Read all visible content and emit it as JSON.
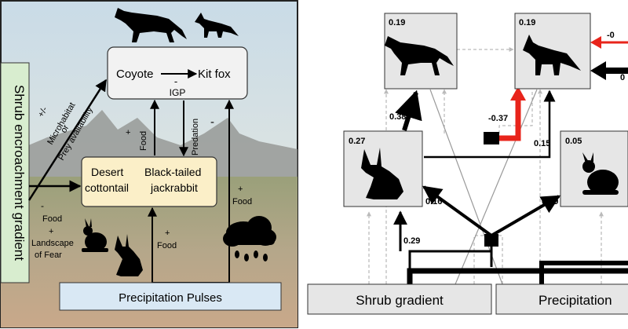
{
  "left": {
    "gradient_label": "Shrub encroachment gradient",
    "top_box": {
      "coyote": "Coyote",
      "minus": "-",
      "kitfox": "Kit fox"
    },
    "igp": "IGP",
    "prey_box": {
      "desert": "Desert",
      "cottontail": "cottontail",
      "blacktailed": "Black-tailed",
      "jackrabbit": "jackrabbit"
    },
    "micro": {
      "sign": "+/-",
      "line1": "Microhabitat",
      "line2": "or",
      "line3": "Prey availability"
    },
    "food_up": {
      "sign": "+",
      "word": "Food"
    },
    "predation": "Predation",
    "pred_minus": "-",
    "lower_left": {
      "sign1": "-",
      "food": "Food",
      "sign2": "+",
      "landscape": "Landscape",
      "fear": "of Fear"
    },
    "food_right": {
      "sign": "+",
      "word": "Food"
    },
    "food_bottom": {
      "sign": "+",
      "word": "Food"
    },
    "precip_label": "Precipitation  Pulses"
  },
  "right": {
    "coyote_value": "0.19",
    "kitfox_value": "0.19",
    "jackrabbit_value": "0.27",
    "cottontail_value": "0.05",
    "path_coyote_top": "-0",
    "path_kitfox_right": "0",
    "path_jack_to_coyote": "0.38",
    "path_igp": "-0.37",
    "path_jack_to_kitfox": "0.15",
    "path_node_to_jack": "0.16",
    "path_node_to_cotton": "0.19",
    "path_shrub_to_jack": "0.29",
    "shrub_label": "Shrub gradient",
    "precip_label": "Precipitation"
  },
  "colors": {
    "igp_arrow": "#e8241b",
    "box_fill": "#e6e6e6",
    "prey_fill": "#fbefc8"
  }
}
